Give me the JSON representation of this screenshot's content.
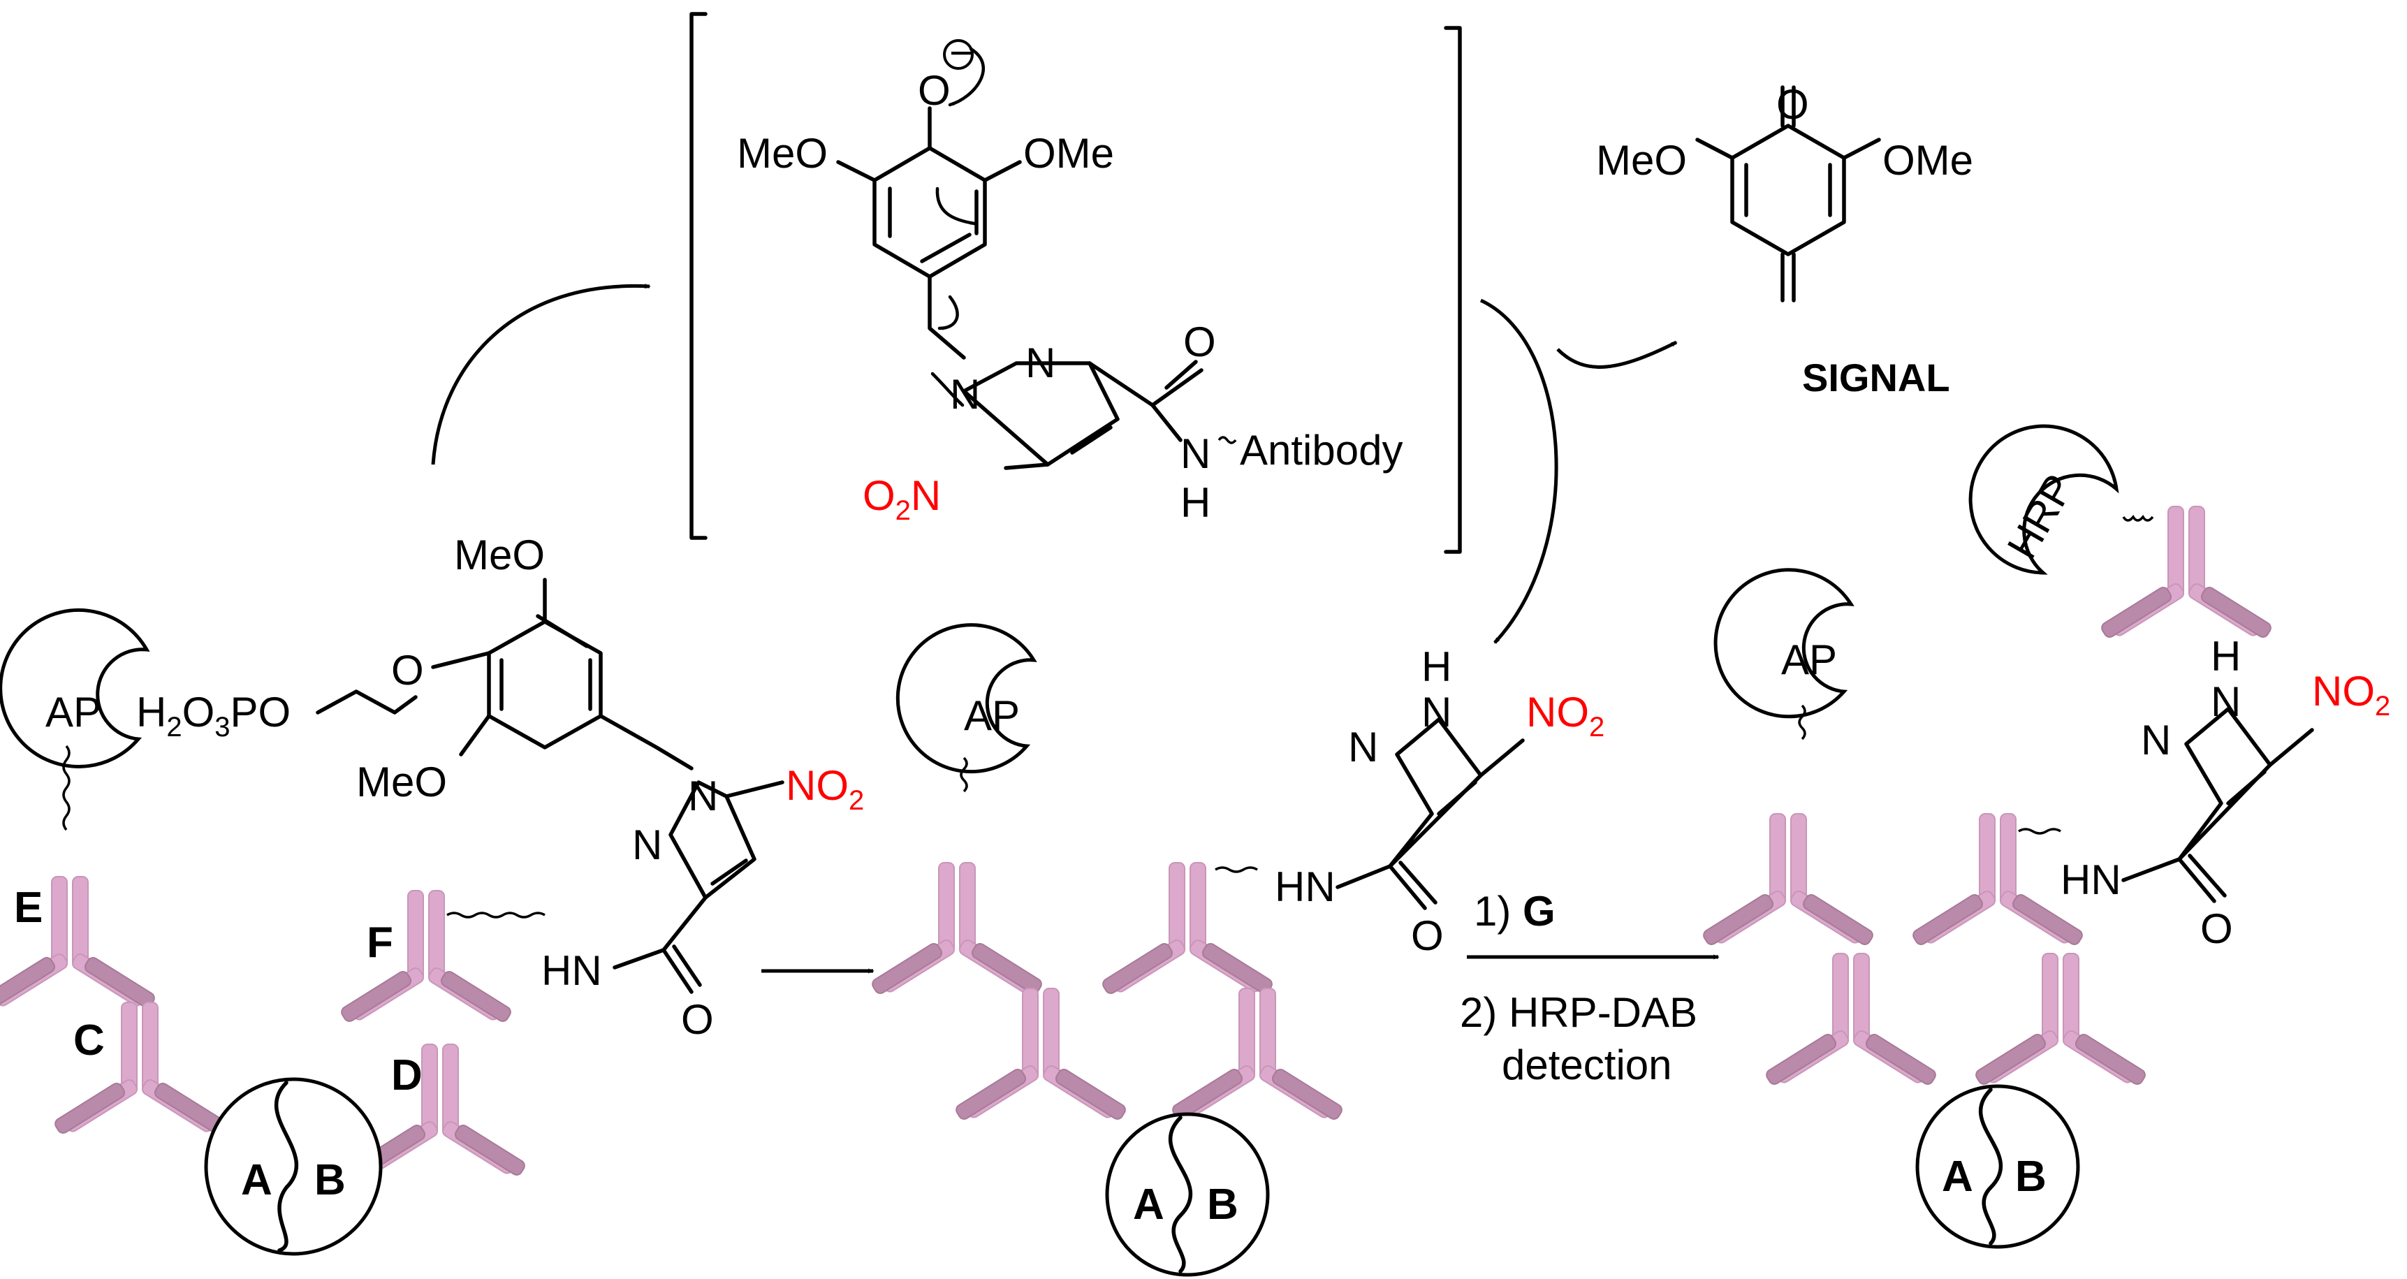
{
  "colors": {
    "antibody_light": "#dca9cc",
    "antibody_dark": "#b98aa9",
    "nitro_red": "#ff0000"
  },
  "labels": {
    "AP": "AP",
    "HRP": "HRP",
    "A": "A",
    "B": "B",
    "C": "C",
    "D": "D",
    "E": "E",
    "F": "F",
    "signal": "SIGNAL",
    "step1_prefix": "1) ",
    "step1_reagent": "G",
    "step2_line1": "2) HRP-DAB",
    "step2_line2": "detection"
  },
  "chemistry": {
    "MeO": "MeO",
    "OMe": "OMe",
    "O": "O",
    "N": "N",
    "H": "H",
    "HN": "HN",
    "NO": "NO",
    "sub2": "2",
    "sub3": "3",
    "H2O3PO_H": "H",
    "H2O3PO_O": "O",
    "H2O3PO_PO": "PO",
    "minus": "−",
    "antibody": "Antibody"
  }
}
